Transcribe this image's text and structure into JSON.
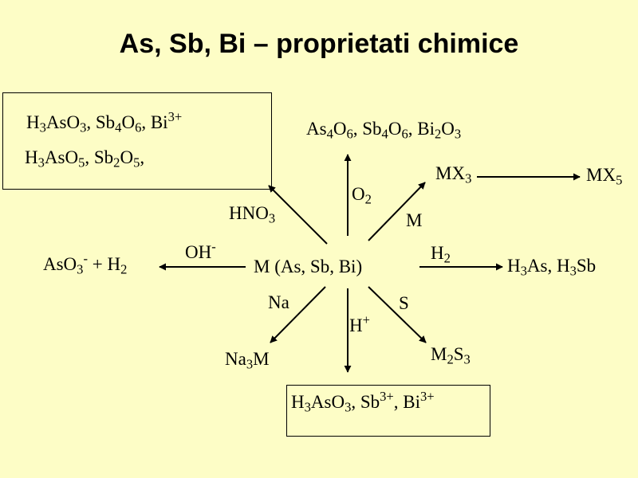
{
  "title": "As, Sb, Bi – proprietati chimice",
  "center": "M (As,  Sb,  Bi)",
  "boxes": {
    "hno3_products_line1": [
      "H",
      "3",
      "AsO",
      "3",
      ", Sb",
      "4",
      "O",
      "6",
      ", Bi",
      "3+"
    ],
    "hno3_products_line2": [
      "H",
      "3",
      "AsO",
      "5",
      ", Sb",
      "2",
      "O",
      "5",
      ","
    ],
    "acid_products": [
      "H",
      "3",
      "AsO",
      "3",
      ", Sb",
      "3+",
      ", Bi",
      "3+"
    ]
  },
  "labels": {
    "oxides": [
      "As",
      "4",
      "O",
      "6",
      ", Sb",
      "4",
      "O",
      "6",
      ", Bi",
      "2",
      "O",
      "3"
    ],
    "o2": [
      "O",
      "2"
    ],
    "mx3": [
      "MX",
      "3"
    ],
    "mx5": [
      "MX",
      "5"
    ],
    "m": "M",
    "hno3": [
      "HNO",
      "3"
    ],
    "h2": [
      "H",
      "2"
    ],
    "hydrides": [
      "H",
      "3",
      "As, H",
      "3",
      "Sb"
    ],
    "oh": [
      "OH",
      "-"
    ],
    "aso3": [
      "AsO",
      "3",
      "-",
      " + H",
      "2"
    ],
    "na": "Na",
    "h_plus": [
      "H",
      "+"
    ],
    "s": "S",
    "na3m": [
      "Na",
      "3",
      "M"
    ],
    "m2s3": [
      "M",
      "2",
      "S",
      "3"
    ]
  }
}
